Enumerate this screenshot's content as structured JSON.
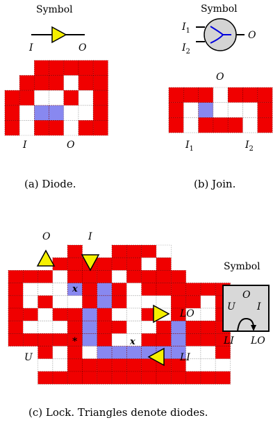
{
  "panels": {
    "diode": {
      "symbol_title": "Symbol",
      "symbol_in": "I",
      "symbol_out": "O",
      "grid_in": "I",
      "grid_out": "O",
      "caption": "(a) Diode.",
      "grid": [
        "..RRRRR",
        ".RRRWRR",
        "RRWWRWR",
        "RWBBWWR",
        "RWRRWRR"
      ]
    },
    "join": {
      "symbol_title": "Symbol",
      "symbol_in1": "I",
      "symbol_in1_sub": "1",
      "symbol_in2": "I",
      "symbol_in2_sub": "2",
      "symbol_out": "O",
      "grid_out": "O",
      "grid_in1": "I",
      "grid_in1_sub": "1",
      "grid_in2": "I",
      "grid_in2_sub": "2",
      "caption": "(b) Join.",
      "grid": [
        "RRRWRRR",
        "RWBWWWR",
        "RWRRRWR"
      ]
    },
    "lock": {
      "label_o": "O",
      "label_i": "I",
      "label_lo": "LO",
      "label_li": "LI",
      "label_u": "U",
      "label_x1": "x",
      "label_x2": "x",
      "label_star": "*",
      "symbol_title": "Symbol",
      "symbol_o": "O",
      "symbol_u": "U",
      "symbol_i": "I",
      "symbol_li": "LI",
      "symbol_lo": "LO",
      "caption": "(c) Lock. Triangles denote diodes.",
      "grid": [
        "....R..RRRW.....",
        "...RRRRRRWR.....",
        "RRRWRRRWRRRR....",
        "RWWWBRBRWRRRRRR.",
        "RWRWWRBRWWWRRWR.",
        "RRWRRBRWWRWRWWR.",
        "RWWWRBRRWWRBRRR.",
        "RRRRRBRWWRRBRRR.",
        "..RWRWBBBBBBWWR.",
        "..WWRRRRRRRRWWW.",
        "..RRRRRRRRRRRRR."
      ]
    }
  },
  "colors": {
    "red": "#f00000",
    "blue": "#8888f0",
    "yellow": "#f5f000",
    "circle_fill": "#d4d4d4",
    "arrow_blue": "#0000dd",
    "box_fill": "#d8d8d8"
  }
}
